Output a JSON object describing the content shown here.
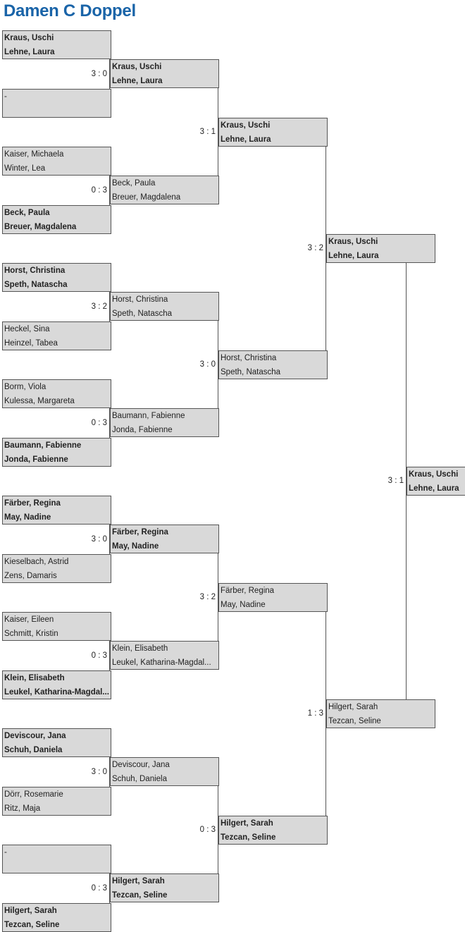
{
  "title": "Damen C Doppel",
  "bracket": {
    "rounds": [
      {
        "matches": [
          {
            "p1": {
              "lines": [
                "Kraus, Uschi",
                "Lehne, Laura"
              ],
              "win": true
            },
            "p2": {
              "lines": [
                "-",
                ""
              ],
              "win": false
            },
            "score": "3 : 0"
          },
          {
            "p1": {
              "lines": [
                "Kaiser, Michaela",
                "Winter, Lea"
              ],
              "win": false
            },
            "p2": {
              "lines": [
                "Beck, Paula",
                "Breuer, Magdalena"
              ],
              "win": true
            },
            "score": "0 : 3"
          },
          {
            "p1": {
              "lines": [
                "Horst, Christina",
                "Speth, Natascha"
              ],
              "win": true
            },
            "p2": {
              "lines": [
                "Heckel, Sina",
                "Heinzel, Tabea"
              ],
              "win": false
            },
            "score": "3 : 2"
          },
          {
            "p1": {
              "lines": [
                "Borm, Viola",
                "Kulessa, Margareta"
              ],
              "win": false
            },
            "p2": {
              "lines": [
                "Baumann, Fabienne",
                "Jonda, Fabienne"
              ],
              "win": true
            },
            "score": "0 : 3"
          },
          {
            "p1": {
              "lines": [
                "Färber, Regina",
                "May, Nadine"
              ],
              "win": true
            },
            "p2": {
              "lines": [
                "Kieselbach, Astrid",
                "Zens, Damaris"
              ],
              "win": false
            },
            "score": "3 : 0"
          },
          {
            "p1": {
              "lines": [
                "Kaiser, Eileen",
                "Schmitt, Kristin"
              ],
              "win": false
            },
            "p2": {
              "lines": [
                "Klein, Elisabeth",
                "Leukel, Katharina-Magdal..."
              ],
              "win": true
            },
            "score": "0 : 3"
          },
          {
            "p1": {
              "lines": [
                "Deviscour, Jana",
                "Schuh, Daniela"
              ],
              "win": true
            },
            "p2": {
              "lines": [
                "Dörr, Rosemarie",
                "Ritz, Maja"
              ],
              "win": false
            },
            "score": "3 : 0"
          },
          {
            "p1": {
              "lines": [
                "-",
                ""
              ],
              "win": false
            },
            "p2": {
              "lines": [
                "Hilgert, Sarah",
                "Tezcan, Seline"
              ],
              "win": true
            },
            "score": "0 : 3"
          }
        ]
      },
      {
        "matches": [
          {
            "p1": {
              "lines": [
                "Kraus, Uschi",
                "Lehne, Laura"
              ],
              "win": true
            },
            "p2": {
              "lines": [
                "Beck, Paula",
                "Breuer, Magdalena"
              ],
              "win": false
            },
            "score": "3 : 1"
          },
          {
            "p1": {
              "lines": [
                "Horst, Christina",
                "Speth, Natascha"
              ],
              "win": false
            },
            "p2": {
              "lines": [
                "Baumann, Fabienne",
                "Jonda, Fabienne"
              ],
              "win": false
            },
            "score": "3 : 0"
          },
          {
            "p1": {
              "lines": [
                "Färber, Regina",
                "May, Nadine"
              ],
              "win": true
            },
            "p2": {
              "lines": [
                "Klein, Elisabeth",
                "Leukel, Katharina-Magdal..."
              ],
              "win": false
            },
            "score": "3 : 2"
          },
          {
            "p1": {
              "lines": [
                "Deviscour, Jana",
                "Schuh, Daniela"
              ],
              "win": false
            },
            "p2": {
              "lines": [
                "Hilgert, Sarah",
                "Tezcan, Seline"
              ],
              "win": true
            },
            "score": "0 : 3"
          }
        ]
      },
      {
        "matches": [
          {
            "p1": {
              "lines": [
                "Kraus, Uschi",
                "Lehne, Laura"
              ],
              "win": true
            },
            "p2": {
              "lines": [
                "Horst, Christina",
                "Speth, Natascha"
              ],
              "win": false
            },
            "score": "3 : 2"
          },
          {
            "p1": {
              "lines": [
                "Färber, Regina",
                "May, Nadine"
              ],
              "win": false
            },
            "p2": {
              "lines": [
                "Hilgert, Sarah",
                "Tezcan, Seline"
              ],
              "win": true
            },
            "score": "1 : 3"
          }
        ]
      },
      {
        "matches": [
          {
            "p1": {
              "lines": [
                "Kraus, Uschi",
                "Lehne, Laura"
              ],
              "win": true
            },
            "p2": {
              "lines": [
                "Hilgert, Sarah",
                "Tezcan, Seline"
              ],
              "win": false
            },
            "score": "3 : 1"
          }
        ]
      }
    ],
    "final": {
      "lines": [
        "Kraus, Uschi",
        "Lehne, Laura"
      ],
      "win": true
    }
  }
}
